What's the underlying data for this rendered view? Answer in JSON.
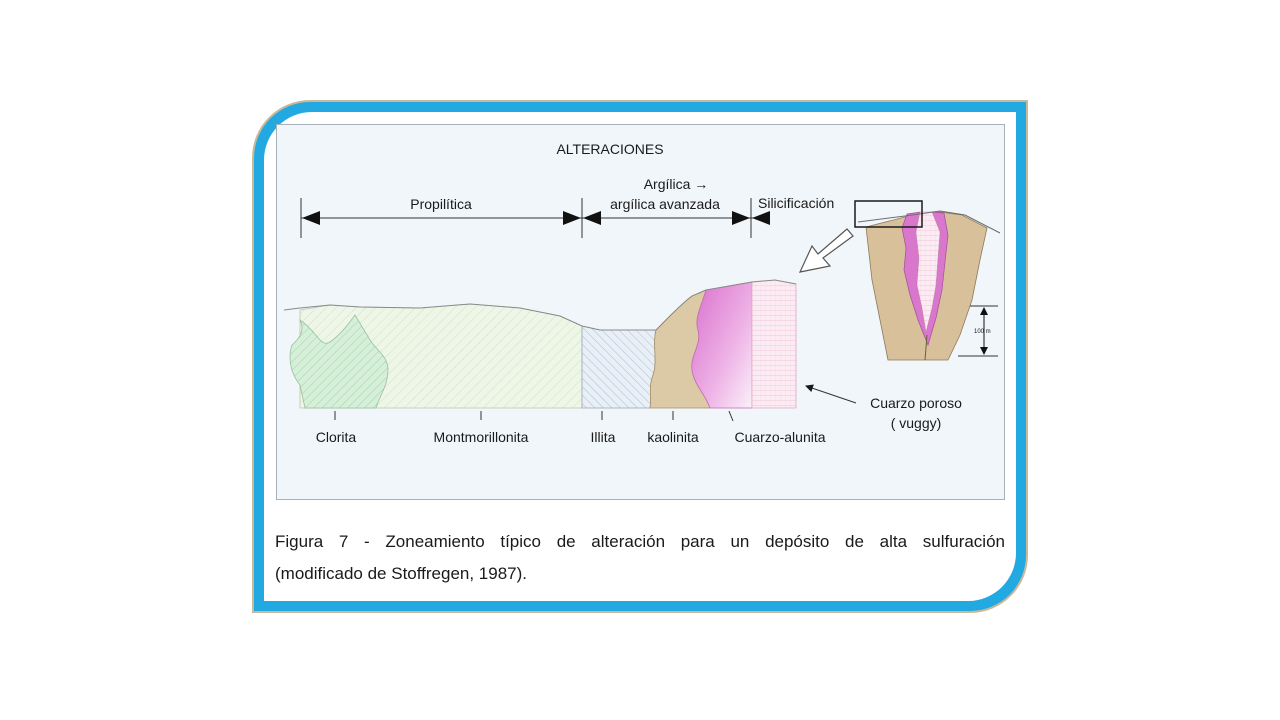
{
  "diagram": {
    "title": "ALTERACIONES",
    "zones": {
      "propilitica": "Propilítica",
      "argilica_line1": "Argílica →",
      "argilica_line2": "argílica avanzada",
      "silicificacion": "Silicificación"
    },
    "minerals": {
      "clorita": "Clorita",
      "montmorillonita": "Montmorillonita",
      "illita": "Illita",
      "kaolinita": "kaolinita",
      "cuarzo_alunita": "Cuarzo-alunita",
      "cuarzo_poroso_line1": "Cuarzo poroso",
      "cuarzo_poroso_line2": "( vuggy)"
    },
    "scale_label": "100 m",
    "colors": {
      "clorita": "#d6efd9",
      "montmorillonita": "#e9f4e3",
      "illita": "#e5eef5",
      "kaolinita": "#dfcdad",
      "alunita": "#dd82d2",
      "silica": "#f8e6ef",
      "host": "#d8c09a"
    }
  },
  "caption": {
    "line1": "Figura 7 - Zoneamiento típico de alteración para un depósito de alta sulfuración",
    "line2": "(modificado de Stoffregen, 1987)."
  }
}
